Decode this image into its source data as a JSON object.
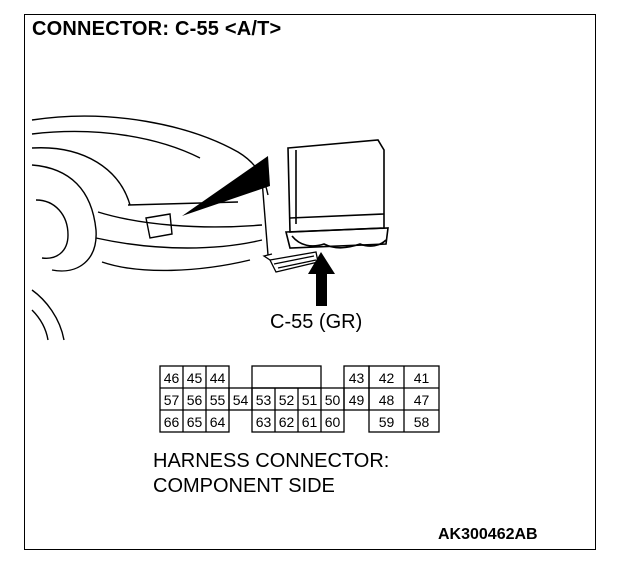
{
  "title": "CONNECTOR: C-55 <A/T>",
  "connector_label": "C-55 (GR)",
  "caption_line1": "HARNESS CONNECTOR:",
  "caption_line2": "COMPONENT SIDE",
  "figure_code": "AK300462AB",
  "pins": {
    "left_block": {
      "row1": [
        "46",
        "45",
        "44"
      ],
      "row2": [
        "57",
        "56",
        "55"
      ],
      "row3": [
        "66",
        "65",
        "64"
      ]
    },
    "center_block": {
      "row2": [
        "53",
        "52",
        "51",
        "50"
      ],
      "row3": [
        "63",
        "62",
        "61",
        "60"
      ]
    },
    "single_pins": [
      "54",
      "43",
      "49"
    ],
    "right_block": {
      "row1": [
        "42",
        "41"
      ],
      "row2": [
        "48",
        "47"
      ],
      "row3": [
        "59",
        "58"
      ]
    }
  }
}
